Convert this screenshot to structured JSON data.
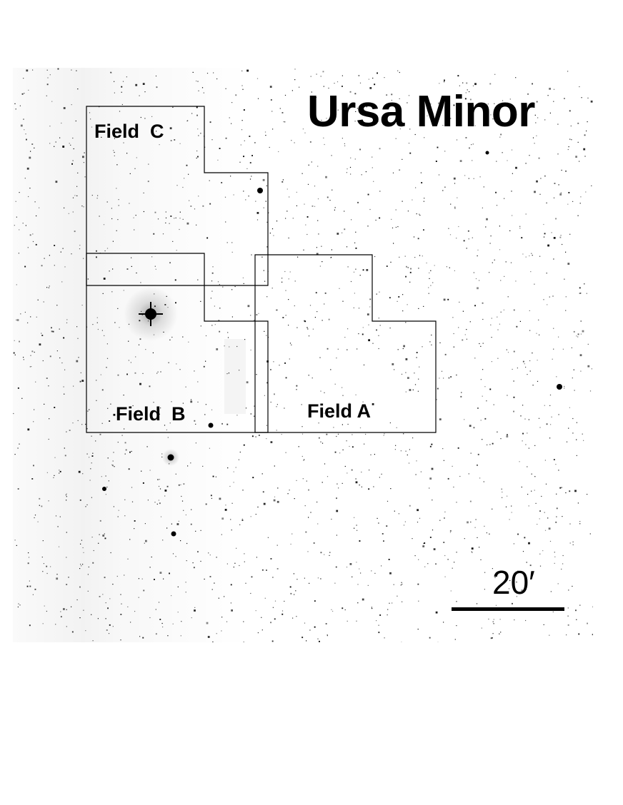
{
  "title": "Ursa Minor",
  "fields": {
    "c": "Field  C",
    "b": "Field  B",
    "a": "Field A"
  },
  "scale": {
    "label": "20′"
  }
}
